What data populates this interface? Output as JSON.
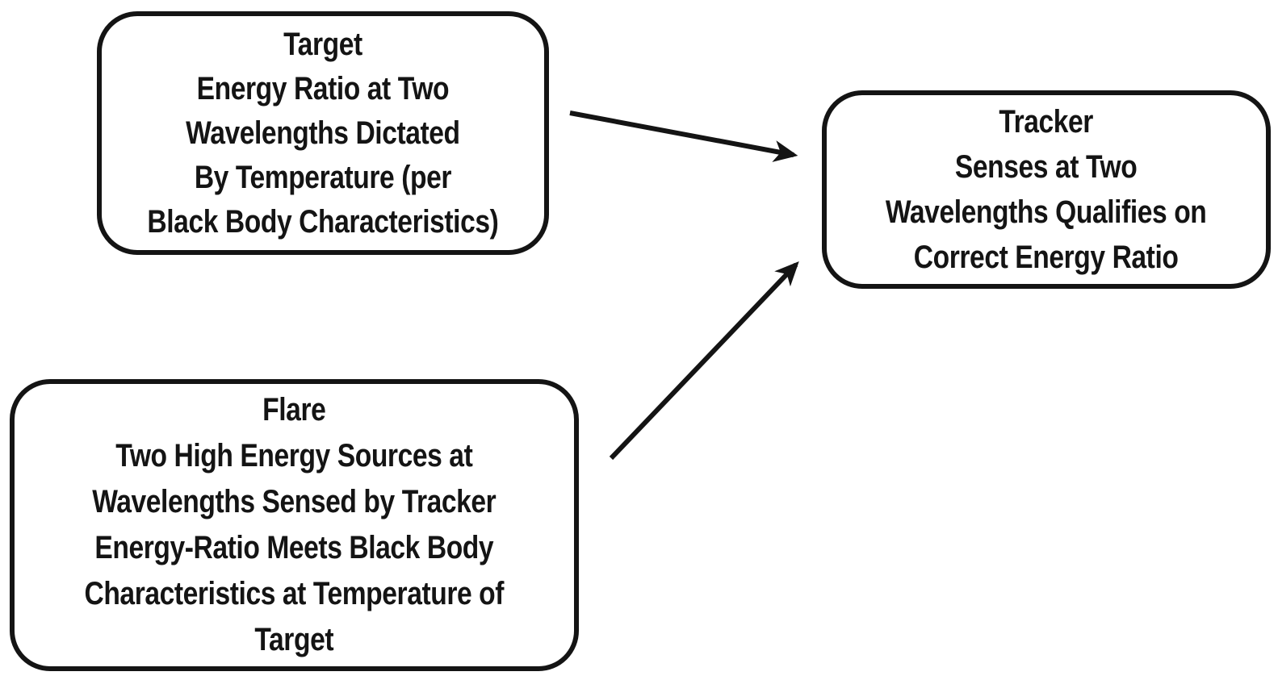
{
  "diagram": {
    "colors": {
      "background": "#ffffff",
      "stroke": "#141414",
      "text": "#141414"
    },
    "boxes": {
      "target": {
        "title": "Target",
        "lines": [
          "Energy Ratio at Two",
          "Wavelengths Dictated",
          "By Temperature (per",
          "Black Body Characteristics)"
        ]
      },
      "tracker": {
        "title": "Tracker",
        "lines": [
          "Senses at Two",
          "Wavelengths Qualifies on",
          "Correct Energy Ratio"
        ]
      },
      "flare": {
        "title": "Flare",
        "lines": [
          "Two High Energy Sources at",
          "Wavelengths Sensed by Tracker",
          "Energy-Ratio Meets Black Body",
          "Characteristics at Temperature of",
          "Target"
        ]
      }
    },
    "arrows": [
      {
        "from": "Target",
        "to": "Tracker"
      },
      {
        "from": "Flare",
        "to": "Tracker"
      }
    ]
  }
}
